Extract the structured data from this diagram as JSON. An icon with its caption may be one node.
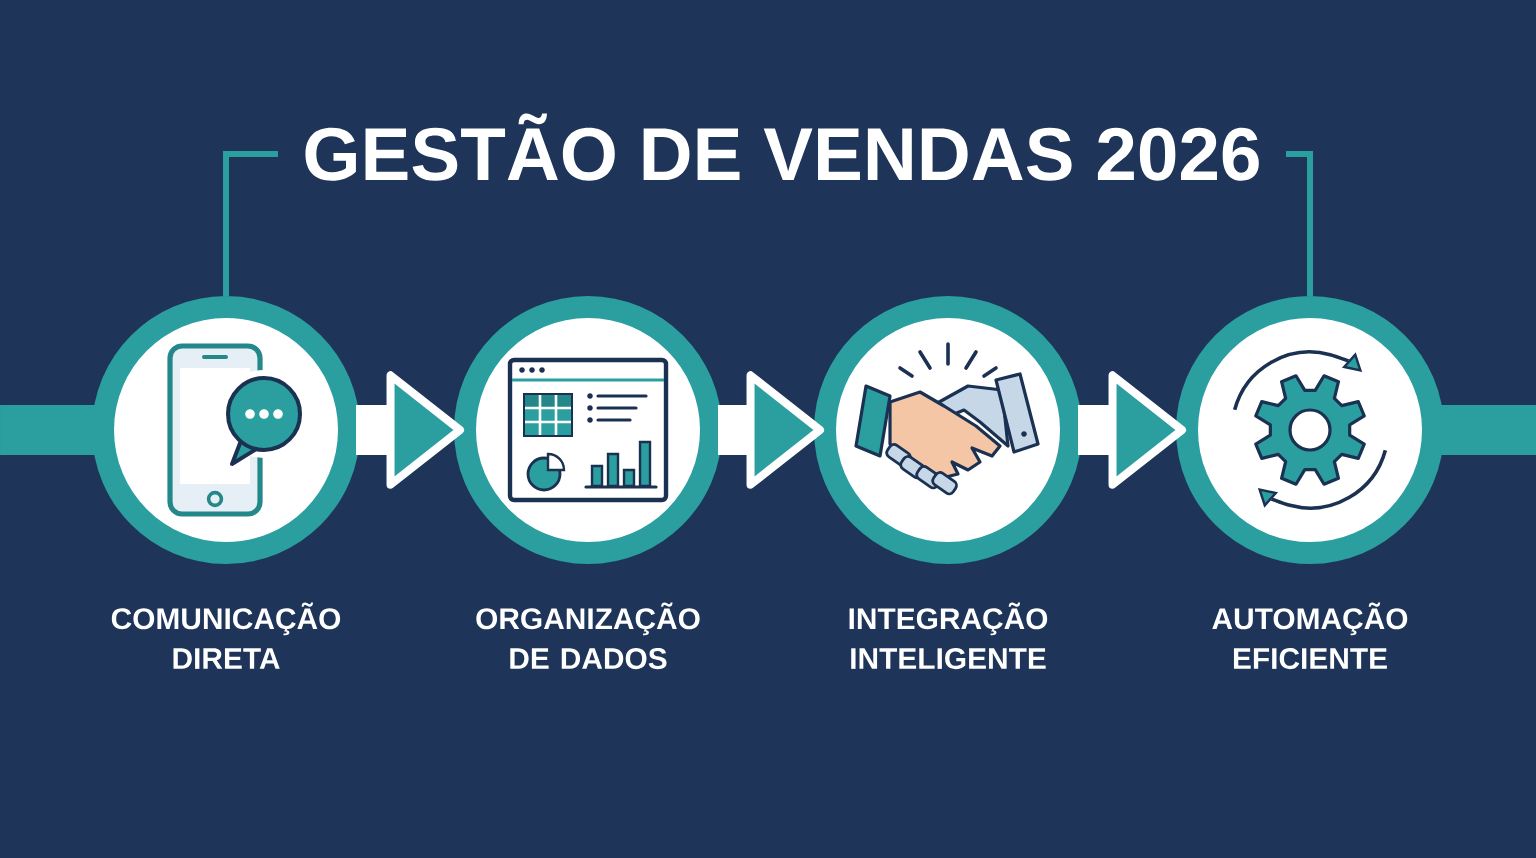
{
  "diagram": {
    "title": "GESTÃO DE VENDAS 2026",
    "nodes": [
      {
        "text": [],
        "shape": "circle",
        "beside": [
          "COMUNICAÇÃO DIRETA"
        ]
      },
      {
        "text": [],
        "shape": "circle",
        "beside": [
          "ORGANIZAÇÃO DE DADOS"
        ]
      },
      {
        "text": [],
        "shape": "circle",
        "beside": [
          "INTEGRAÇÃO INTELIGENTE"
        ]
      },
      {
        "text": [],
        "shape": "circle",
        "beside": [
          "AUTOMAÇÃO EFICIENTE"
        ]
      }
    ],
    "edges": [
      {
        "from": null,
        "to": 0,
        "arrow": "none",
        "color": "#2b9ea0"
      },
      {
        "from": 0,
        "to": 1,
        "arrow": "to"
      },
      {
        "from": 1,
        "to": 2,
        "arrow": "to"
      },
      {
        "from": 2,
        "to": 3,
        "arrow": "to"
      },
      {
        "from": 3,
        "to": null,
        "arrow": "none",
        "color": "#2b9ea0"
      }
    ]
  }
}
